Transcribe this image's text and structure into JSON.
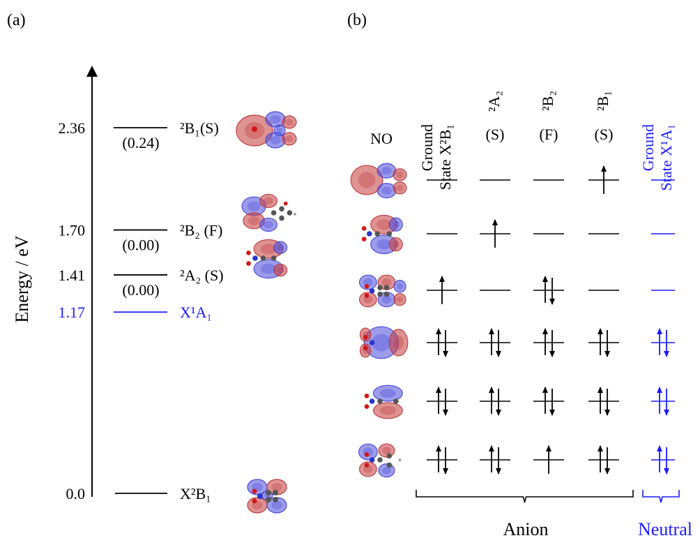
{
  "colors": {
    "black": "#000000",
    "blue": "#1a1aff",
    "orbital_red": "#c23b3b",
    "orbital_blue": "#4a4adb",
    "atom_blue": "#2b35c9",
    "atom_red": "#d01818",
    "atom_grey": "#555555"
  },
  "panel_a": {
    "label": "(a)",
    "axis_label": "Energy / eV",
    "levels": [
      {
        "energy": "2.36",
        "gap": "(0.24)",
        "name": "²B₁(S)",
        "color": "#000000",
        "orbital": "orbital-b1-high-icon"
      },
      {
        "energy": "1.70",
        "gap": "(0.00)",
        "name": "²B₂ (F)",
        "color": "#000000",
        "orbital": "orbital-b2-icon"
      },
      {
        "energy": "1.41",
        "gap": "(0.00)",
        "name": "²A₂ (S)",
        "color": "#000000",
        "orbital": "orbital-a2-icon"
      },
      {
        "energy": "1.17",
        "gap": "",
        "name": "X¹A₁",
        "color": "#1a1aff",
        "orbital": ""
      },
      {
        "energy": "0.0",
        "gap": "",
        "name": "X²B₁",
        "color": "#000000",
        "orbital": "orbital-x2b1-icon"
      }
    ]
  },
  "panel_b": {
    "label": "(b)",
    "no_label": "NO",
    "columns": [
      {
        "line1": "Ground",
        "line2": "State X²B₁",
        "sub": "",
        "color": "#000000"
      },
      {
        "line1": "²A₂",
        "line2": "",
        "sub": "(S)",
        "color": "#000000"
      },
      {
        "line1": "²B₂",
        "line2": "",
        "sub": "(F)",
        "color": "#000000"
      },
      {
        "line1": "²B₁",
        "line2": "",
        "sub": "(S)",
        "color": "#000000"
      },
      {
        "line1": "Ground",
        "line2": "State X¹A₁",
        "sub": "",
        "color": "#1a1aff"
      }
    ],
    "occupancy": [
      [
        "0",
        "0",
        "0",
        "1",
        "0"
      ],
      [
        "0",
        "1",
        "0",
        "0",
        "0"
      ],
      [
        "1",
        "0",
        "2",
        "0",
        "0"
      ],
      [
        "2",
        "2",
        "2",
        "2",
        "2"
      ],
      [
        "2",
        "2",
        "2",
        "2",
        "2"
      ],
      [
        "2",
        "2",
        "1",
        "2",
        "2"
      ]
    ],
    "anion_label": "Anion",
    "neutral_label": "Neutral"
  }
}
